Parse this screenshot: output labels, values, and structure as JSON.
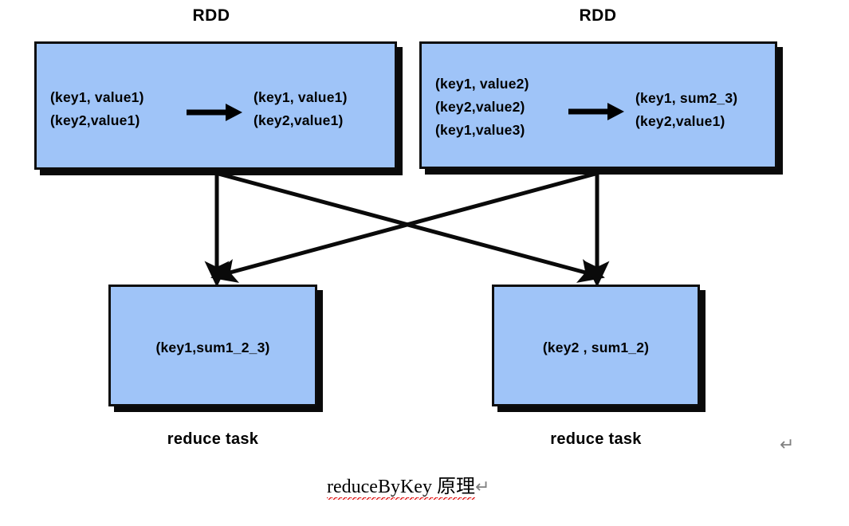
{
  "figure": {
    "caption_text": "reduceByKey 原理",
    "caption_pilcrow": "↵",
    "trailing_return_mark": "↵",
    "colors": {
      "box_fill": "#9fc4f8",
      "box_stroke": "#0d0d0d",
      "shadow": "#0a0a0a",
      "spellcheck_underline": "#e01b1b",
      "return_mark": "#808080",
      "background": "#ffffff"
    }
  },
  "rdds": [
    {
      "title": "RDD",
      "input_pairs": [
        "(key1, value1)",
        "(key2,value1)"
      ],
      "arrow_icon": "right-arrow-icon",
      "output_pairs": [
        "(key1, value1)",
        "(key2,value1)"
      ]
    },
    {
      "title": "RDD",
      "input_pairs": [
        "(key1, value2)",
        "(key2,value2)",
        "(key1,value3)"
      ],
      "arrow_icon": "right-arrow-icon",
      "output_pairs": [
        "(key1, sum2_3)",
        "(key2,value1)"
      ]
    }
  ],
  "reduce_tasks": [
    {
      "pair": "(key1,sum1_2_3)",
      "label": "reduce task"
    },
    {
      "pair": "(key2 , sum1_2)",
      "label": "reduce task"
    }
  ],
  "shuffle_edges": [
    {
      "from": "rdd-1",
      "to": "reduce-task-1",
      "kind": "vertical"
    },
    {
      "from": "rdd-1",
      "to": "reduce-task-2",
      "kind": "diagonal"
    },
    {
      "from": "rdd-2",
      "to": "reduce-task-2",
      "kind": "vertical"
    },
    {
      "from": "rdd-2",
      "to": "reduce-task-1",
      "kind": "diagonal"
    }
  ]
}
